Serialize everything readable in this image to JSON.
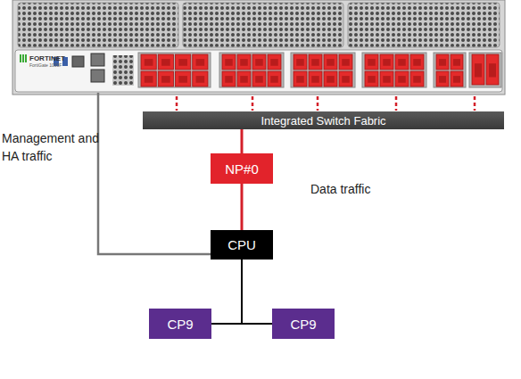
{
  "diagram": {
    "nodes": [
      {
        "text": [
          "Integrated Switch Fabric"
        ]
      },
      {
        "text": [
          "NP#0"
        ]
      },
      {
        "text": [
          "CPU"
        ]
      },
      {
        "text": [
          "CP9"
        ]
      },
      {
        "text": [
          "CP9"
        ]
      }
    ],
    "edges": [
      {
        "from": 0,
        "to": 1,
        "arrow": "none"
      },
      {
        "from": 1,
        "to": 2,
        "arrow": "none"
      },
      {
        "from": 2,
        "to": 3,
        "arrow": "none"
      },
      {
        "from": 2,
        "to": 4,
        "arrow": "none"
      }
    ],
    "labels": [
      "Management and HA traffic",
      "Data traffic",
      "FORTINET",
      "FortiGate 1000F"
    ]
  }
}
